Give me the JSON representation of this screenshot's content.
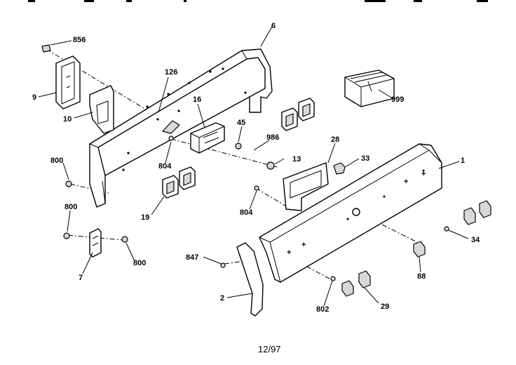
{
  "diagram": {
    "callouts": {
      "p856": "856",
      "p6": "6",
      "p126": "126",
      "p9": "9",
      "p999": "999",
      "p10": "10",
      "p16": "16",
      "p45": "45",
      "p986": "986",
      "p28": "28",
      "p13": "13",
      "p33": "33",
      "p1": "1",
      "p800a": "800",
      "p804a": "804",
      "p19": "19",
      "p804b": "804",
      "p800b": "800",
      "p800c": "800",
      "p7": "7",
      "p847": "847",
      "p34": "34",
      "p88": "88",
      "p2": "2",
      "p802": "802",
      "p29": "29"
    },
    "footer_date": "12/97"
  }
}
